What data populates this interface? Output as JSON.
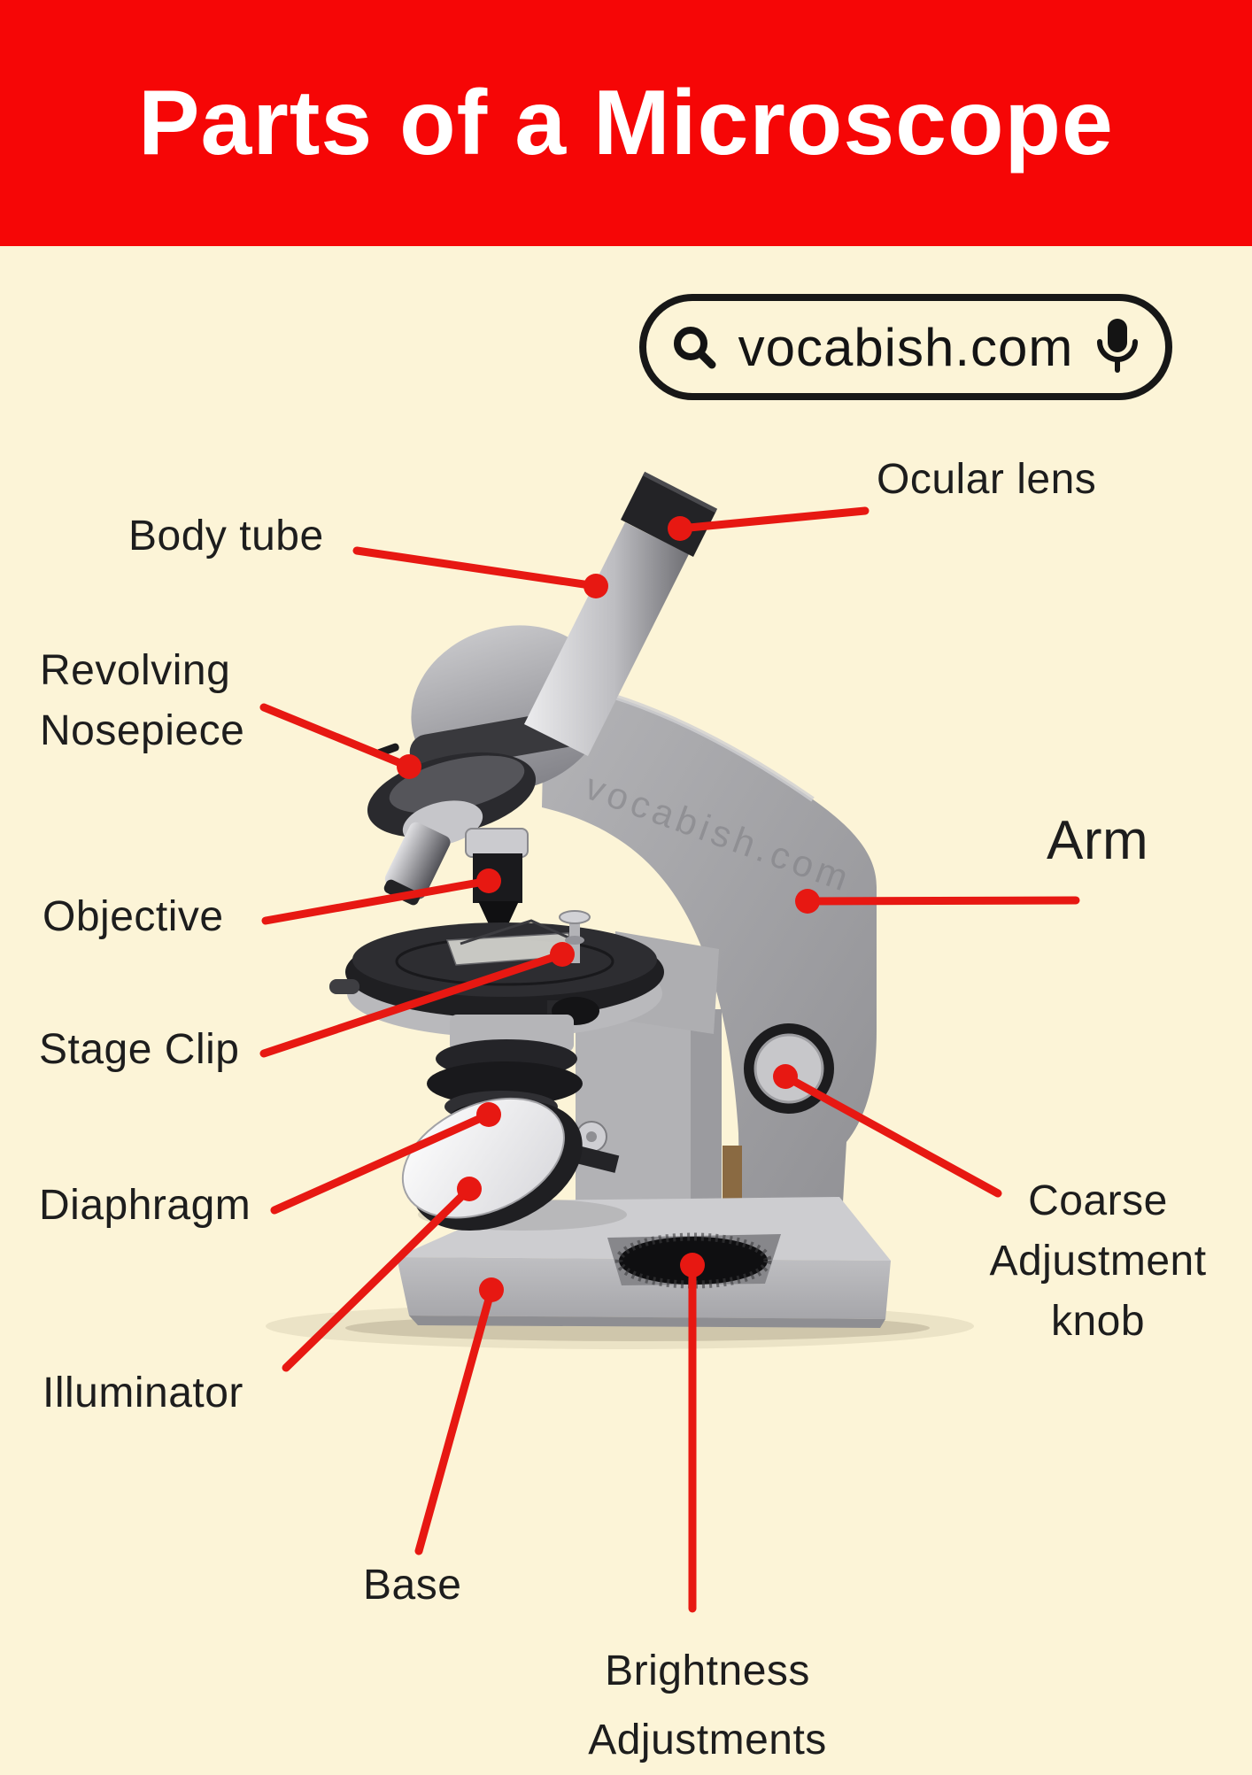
{
  "header": {
    "title": "Parts of a Microscope",
    "background_color": "#f60606",
    "text_color": "#ffffff"
  },
  "badge": {
    "text": "vocabish.com",
    "left_icon": "search-icon",
    "right_icon": "microphone-icon",
    "border_color": "#171717"
  },
  "watermark": "vocabish.com",
  "colors": {
    "page_background": "#fcf4d7",
    "leader_line": "#e71812",
    "label_text": "#1d1d1d"
  },
  "labels": {
    "ocular": {
      "text": "Ocular lens"
    },
    "body_tube": {
      "text": "Body tube"
    },
    "revolving_nosepiece": {
      "line1": "Revolving",
      "line2": "Nosepiece"
    },
    "objective": {
      "text": "Objective"
    },
    "stage_clip": {
      "text": "Stage Clip"
    },
    "diaphragm": {
      "text": "Diaphragm"
    },
    "illuminator": {
      "text": "Illuminator"
    },
    "base": {
      "text": "Base"
    },
    "brightness": {
      "line1": "Brightness",
      "line2": "Adjustments"
    },
    "arm": {
      "text": "Arm"
    },
    "coarse": {
      "line1": "Coarse",
      "line2": "Adjustment",
      "line3": "knob"
    }
  }
}
